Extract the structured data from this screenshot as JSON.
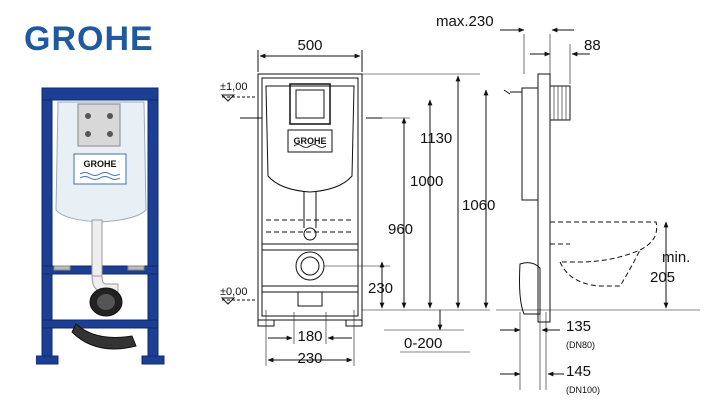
{
  "brand": {
    "logo_text": "GROHE",
    "color": "#1f5aa0",
    "frame_color": "#1c3f94"
  },
  "product_photo": {
    "cistern_logo": "GROHE"
  },
  "front_view": {
    "level_top": "±1,00",
    "level_floor": "±0,00",
    "width_top": "500",
    "cistern_logo": "GROHE",
    "height_1130": "1130",
    "height_1000": "1000",
    "height_960": "960",
    "height_1060": "1060",
    "height_230": "230",
    "width_180": "180",
    "width_230": "230",
    "range_0_200": "0-200"
  },
  "side_view": {
    "max_230": "max.230",
    "depth_88": "88",
    "min_label": "min.",
    "min_205": "205",
    "depth_135": "135",
    "dn80": "(DN80)",
    "depth_145": "145",
    "dn100": "(DN100)"
  }
}
